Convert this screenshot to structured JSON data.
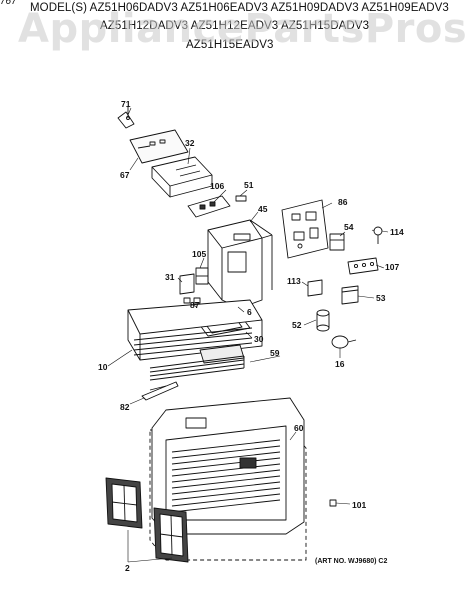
{
  "corner_mark": "767",
  "watermark": "AppliancePartsPros.com",
  "header": {
    "line1": "MODEL(S)  AZ51H06DADV3   AZ51H06EADV3   AZ51H09DADV3   AZ51H09EADV3",
    "line2": "AZ51H12DADV3   AZ51H12EADV3   AZ51H15DADV3",
    "line3": "AZ51H15EADV3"
  },
  "art_number": "(ART NO. WJ9680) C2",
  "parts": [
    {
      "num": "71"
    },
    {
      "num": "32"
    },
    {
      "num": "67"
    },
    {
      "num": "106"
    },
    {
      "num": "51"
    },
    {
      "num": "45"
    },
    {
      "num": "86"
    },
    {
      "num": "54"
    },
    {
      "num": "114"
    },
    {
      "num": "107"
    },
    {
      "num": "105"
    },
    {
      "num": "31"
    },
    {
      "num": "87"
    },
    {
      "num": "113"
    },
    {
      "num": "53"
    },
    {
      "num": "6"
    },
    {
      "num": "52"
    },
    {
      "num": "30"
    },
    {
      "num": "59"
    },
    {
      "num": "16"
    },
    {
      "num": "10"
    },
    {
      "num": "82"
    },
    {
      "num": "60"
    },
    {
      "num": "101"
    },
    {
      "num": "2"
    }
  ]
}
